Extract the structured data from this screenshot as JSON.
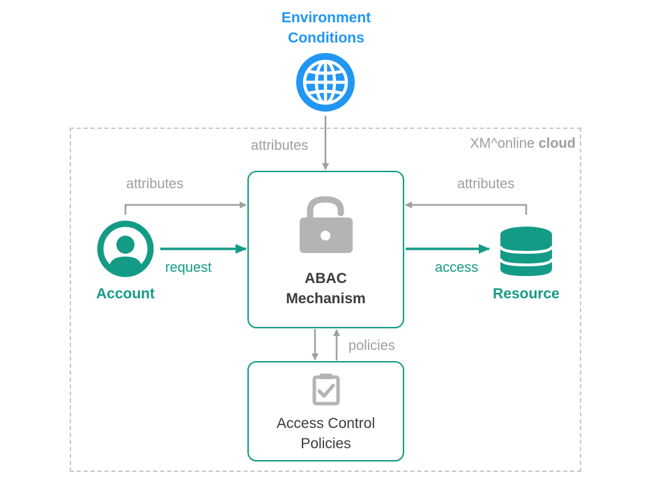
{
  "environment": {
    "title_line1": "Environment",
    "title_line2": "Conditions",
    "icon": "globe-icon",
    "attributes_label": "attributes"
  },
  "cloud": {
    "label_prefix": "XM^online",
    "label_bold": "cloud"
  },
  "account": {
    "label": "Account",
    "icon": "user-circle-icon",
    "attributes_label": "attributes",
    "request_label": "request"
  },
  "resource": {
    "label": "Resource",
    "icon": "database-icon",
    "attributes_label": "attributes",
    "access_label": "access"
  },
  "mechanism": {
    "line1": "ABAC",
    "line2": "Mechanism",
    "icon": "lock-open-icon"
  },
  "policies": {
    "line1": "Access Control",
    "line2": "Policies",
    "icon": "clipboard-check-icon",
    "flow_label": "policies"
  },
  "colors": {
    "teal": "#149b86",
    "blue": "#2196f3",
    "grey": "#9e9e9e"
  }
}
